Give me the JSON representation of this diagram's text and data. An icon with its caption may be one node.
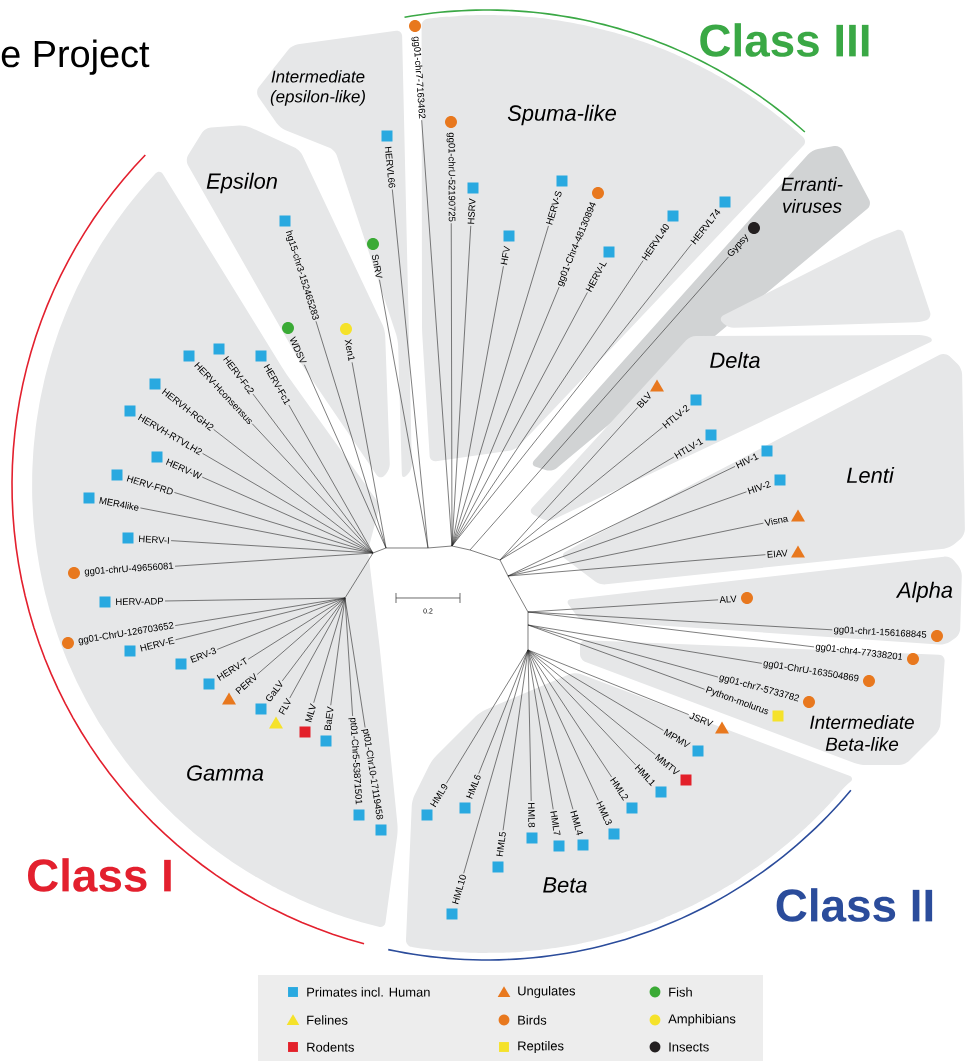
{
  "diagram": {
    "nodes": [
      {
        "text": [
          "Gamma"
        ]
      },
      {
        "text": [
          "Epsilon"
        ]
      },
      {
        "text": [
          "Intermediate (epsilon-like)"
        ]
      },
      {
        "text": [
          "Spuma-like"
        ]
      },
      {
        "text": [
          "Erranti-viruses"
        ]
      },
      {
        "text": [],
        "shape": "band"
      },
      {
        "text": [
          "Delta"
        ]
      },
      {
        "text": [
          "Lenti"
        ]
      },
      {
        "text": [
          "Alpha"
        ]
      },
      {
        "text": [
          "Intermediate Beta-like"
        ]
      },
      {
        "text": [
          "Beta"
        ]
      }
    ],
    "labels": [
      "e Project",
      "Class III",
      "HERV-Fc1",
      "HERV-Fc2",
      "HERV-Hconsensus",
      "HERVH-RGH2",
      "HERVH-RTVLH2",
      "HERV-W",
      "HERV-FRD",
      "MER4like",
      "HERV-I",
      "gg01-chrU-49656081",
      "HERV-ADP",
      "gg01-ChrU-126703652",
      "HERV-E",
      "ERV-3",
      "HERV-T",
      "PERV",
      "GaLV",
      "FLV",
      "MLV",
      "BaEV",
      "pt01-Chr5-53871501",
      "pt01-Chr10-17119458",
      "hg15-chr3-152465283",
      "WDSV",
      "Xen1",
      "SnRV",
      "HERVL66",
      "gg01-chr7-7163462",
      "gg01-chrU-52190725",
      "HSRV",
      "HFV",
      "HERV-S",
      "gg01-Chr4-48130894",
      "HERV-L",
      "HERVL40",
      "HERVL74",
      "Gypsy",
      "BLV",
      "HTLV-2",
      "HTLV-1",
      "HIV-1",
      "HIV-2",
      "Visna",
      "EIAV",
      "ALV",
      "gg01-chr1-156168845",
      "gg01-chr4-77338201",
      "gg01-ChrU-163504869",
      "gg01-chr7-5733782",
      "Python-molurus",
      "JSRV",
      "MPMV",
      "MMTV",
      "HML1",
      "HML2",
      "HML3",
      "HML4",
      "HML7",
      "HML8",
      "HML5",
      "HML10",
      "HML9",
      "HML6",
      "0.2",
      "Class I",
      "Class II"
    ],
    "legend": [
      {
        "text": "Primates incl. Human",
        "color": "#29a9e0"
      },
      {
        "text": "Ungulates",
        "color": "#e8781e"
      },
      {
        "text": "Fish",
        "color": "#3aaa35"
      },
      {
        "text": "Felines",
        "color": "#f5e22a"
      },
      {
        "text": "Birds",
        "color": "#e8781e"
      },
      {
        "text": "Amphibians",
        "color": "#f5e22a"
      },
      {
        "text": "Rodents",
        "color": "#e3202a"
      },
      {
        "text": "Reptiles",
        "color": "#f5e22a"
      },
      {
        "text": "Insects",
        "color": "#231f20"
      }
    ]
  }
}
